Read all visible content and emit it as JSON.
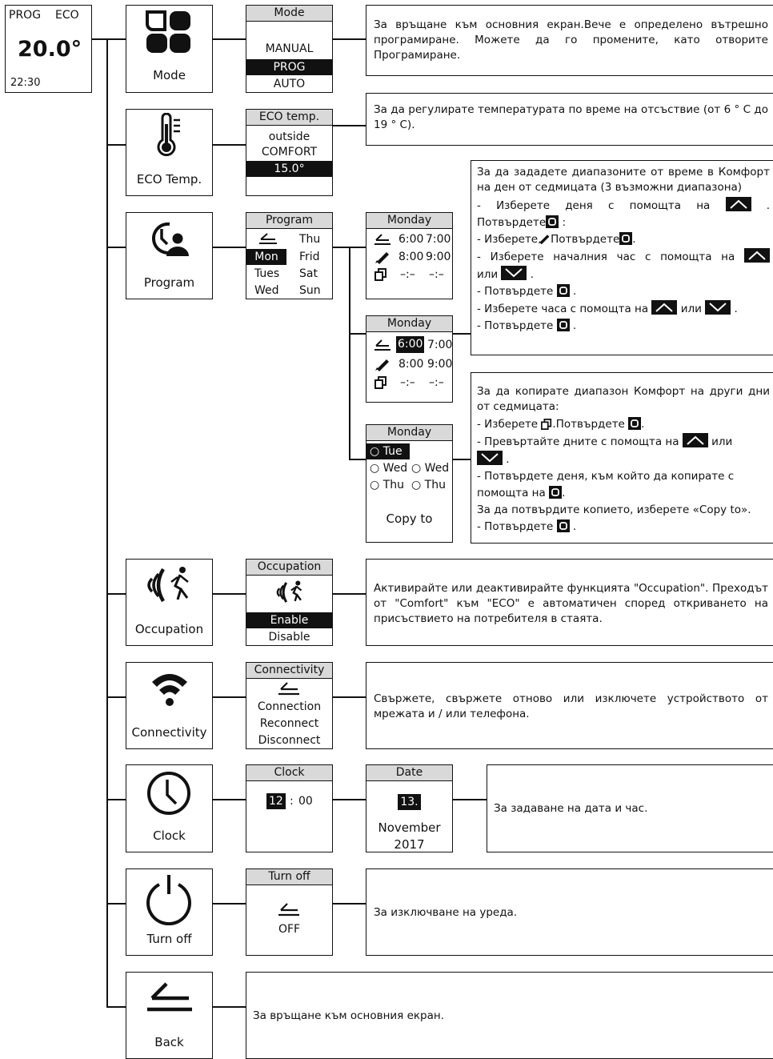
{
  "home": {
    "mode": "PROG",
    "eco": "ECO",
    "temp": "20.0°",
    "time": "22:30"
  },
  "mode": {
    "label": "Mode",
    "screen_title": "Mode",
    "options": [
      "MANUAL",
      "PROG",
      "AUTO"
    ],
    "desc": "За връщане към основния екран.Вече е определено вътрешно програмиране. Можете да го промените, като отворите Програмиране."
  },
  "eco": {
    "label": "ECO Temp.",
    "screen_title": "ECO temp.",
    "line1": "outside",
    "line2": "COMFORT",
    "value": "15.0°",
    "desc": "За да регулирате температурата по време на отсъствие (от 6 ° C до 19 ° C)."
  },
  "program": {
    "label": "Program",
    "screen_title": "Program",
    "days_left": [
      "Mon",
      "Tues",
      "Wed"
    ],
    "days_right": [
      "Thu",
      "Frid",
      "Sat",
      "Sun"
    ],
    "monday_title": "Monday",
    "slot1": [
      "6:00",
      "7:00"
    ],
    "slot2": [
      "8:00",
      "9:00"
    ],
    "slot3": [
      "–:–",
      "–:–"
    ],
    "copy_days": [
      "Tue",
      "Wed",
      "Wed",
      "Thu",
      "Thu"
    ],
    "copy_to": "Copy to",
    "desc1": {
      "intro": "За да зададете диапазоните от време в Комфорт на ден от седмицата (3 възможни диапазона)",
      "a1": "- Изберете деня с помощта на",
      "a2": "Потвърдете",
      "b1": "- Изберете",
      "b2": "Потвърдете",
      "c1": "- Изберете началния час с помощта на",
      "c2": "или",
      "d": "- Потвърдете",
      "e1": "- Изберете часа с помощта на",
      "e2": "или",
      "f": "- Потвърдете"
    },
    "desc2": {
      "intro": "За да копирате диапазон Комфорт на други дни от седмицата:",
      "a1": "- Изберете",
      "a2": ".Потвърдете",
      "b1": "- Превъртайте дните с помощта на",
      "b2": "или",
      "c1": "- Потвърдете деня, към който да копирате с",
      "c2": "помощта на",
      "d": "За да потвърдите копието, изберете «Copy to».",
      "e": "- Потвърдете"
    }
  },
  "occupation": {
    "label": "Occupation",
    "screen_title": "Occupation",
    "options": [
      "Enable",
      "Disable"
    ],
    "desc": "Активирайте или деактивирайте функцията \"Occupation\". Преходът от \"Comfort\" към \"ECO\" е автоматичен според откриването на присъствието на потребителя в стаята."
  },
  "connectivity": {
    "label": "Connectivity",
    "screen_title": "Connectivity",
    "options": [
      "Connection",
      "Reconnect",
      "Disconnect"
    ],
    "desc": "Свържете, свържете отново или изключете устройството от мрежата и / или телефона."
  },
  "clock": {
    "label": "Clock",
    "screen_title": "Clock",
    "hour": "12",
    "sep": ":",
    "minute": "00",
    "date_title": "Date",
    "day": "13.",
    "month": "November",
    "year": "2017",
    "desc": "За задаване на дата и час."
  },
  "turnoff": {
    "label": "Turn off",
    "screen_title": "Turn off",
    "value": "OFF",
    "desc": "За изключване на уреда."
  },
  "back": {
    "label": "Back",
    "desc": "За връщане към основния екран."
  }
}
